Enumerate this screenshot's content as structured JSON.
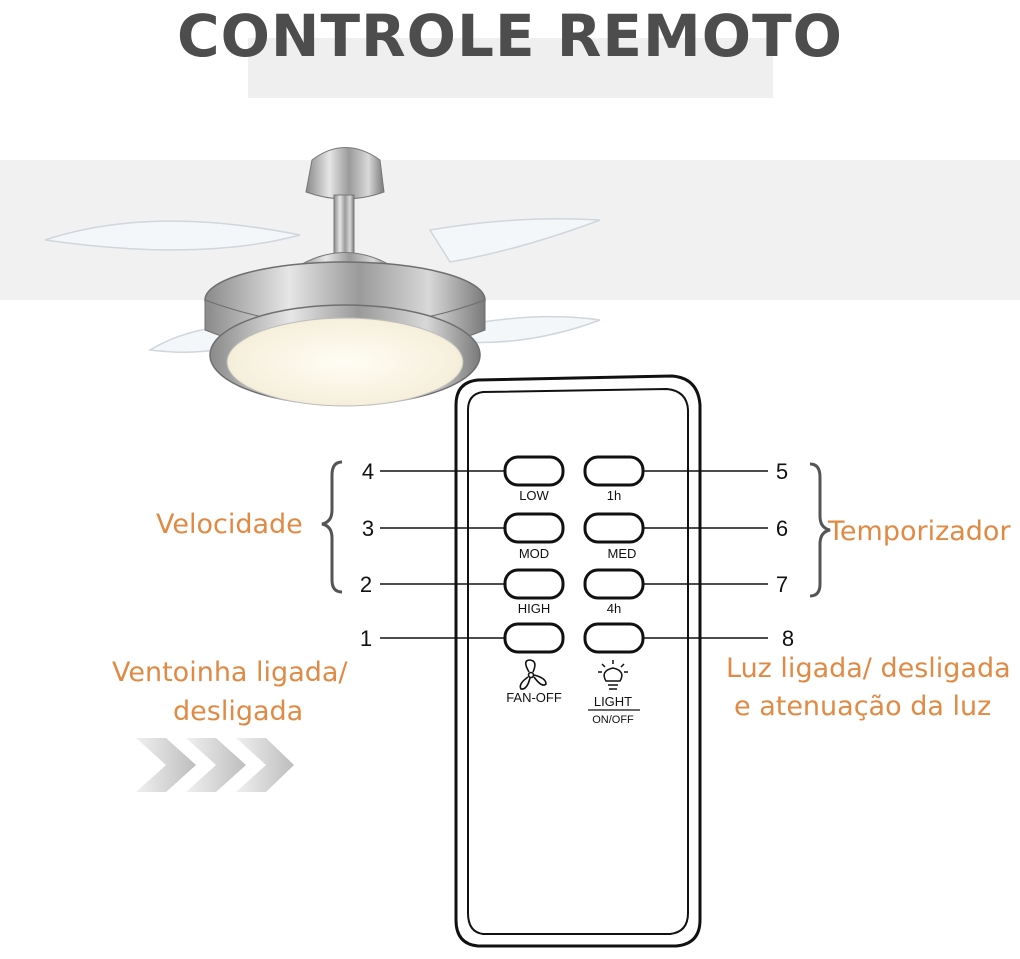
{
  "title": "CONTROLE REMOTO",
  "left_labels": {
    "speed": "Velocidade",
    "fan_line1": "Ventoinha ligada/",
    "fan_line2": "desligada"
  },
  "right_labels": {
    "timer": "Temporizador",
    "light_line1": "Luz ligada/ desligada",
    "light_line2": "e atenuação da luz"
  },
  "buttons": [
    {
      "num": "4",
      "label": "LOW"
    },
    {
      "num": "5",
      "label": "1h"
    },
    {
      "num": "3",
      "label": "MOD"
    },
    {
      "num": "6",
      "label": "MED"
    },
    {
      "num": "2",
      "label": "HIGH"
    },
    {
      "num": "7",
      "label": "4h"
    },
    {
      "num": "1",
      "label": "FAN-OFF"
    },
    {
      "num": "8",
      "label_top": "LIGHT",
      "label_bottom": "ON/OFF"
    }
  ],
  "colors": {
    "accent": "#e08a44",
    "title": "#4d4d4d"
  },
  "icons": [
    "ceiling-fan-image",
    "fan-icon",
    "light-bulb-icon",
    "arrow-chevrons-icon"
  ]
}
